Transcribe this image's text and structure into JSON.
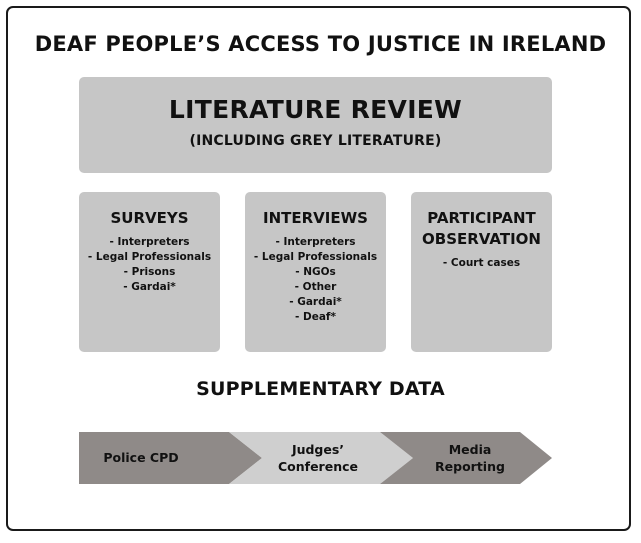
{
  "title": "DEAF PEOPLE’S ACCESS TO JUSTICE IN IRELAND",
  "literature_review": {
    "title": "LITERATURE REVIEW",
    "subtitle": "(INCLUDING GREY LITERATURE)"
  },
  "methods": [
    {
      "title_lines": [
        "SURVEYS"
      ],
      "items": [
        "- Interpreters",
        "- Legal Professionals",
        "- Prisons",
        "- Gardai*"
      ]
    },
    {
      "title_lines": [
        "INTERVIEWS"
      ],
      "items": [
        "- Interpreters",
        "- Legal Professionals",
        "- NGOs",
        "- Other",
        "- Gardai*",
        "- Deaf*"
      ]
    },
    {
      "title_lines": [
        "PARTICIPANT",
        "OBSERVATION"
      ],
      "items": [
        "- Court cases"
      ]
    }
  ],
  "supplementary": {
    "title": "SUPPLEMENTARY DATA",
    "steps": [
      {
        "lines": [
          "Police CPD"
        ],
        "fill": "#8f8a88"
      },
      {
        "lines": [
          "Judges’",
          "Conference"
        ],
        "fill": "#cfcfcf"
      },
      {
        "lines": [
          "Media",
          "Reporting"
        ],
        "fill": "#8f8a88"
      }
    ]
  },
  "colors": {
    "box_fill": "#c6c6c6",
    "arrow_dark": "#8f8a88",
    "arrow_light": "#cfcfcf",
    "frame_border": "#1a1a1a"
  }
}
